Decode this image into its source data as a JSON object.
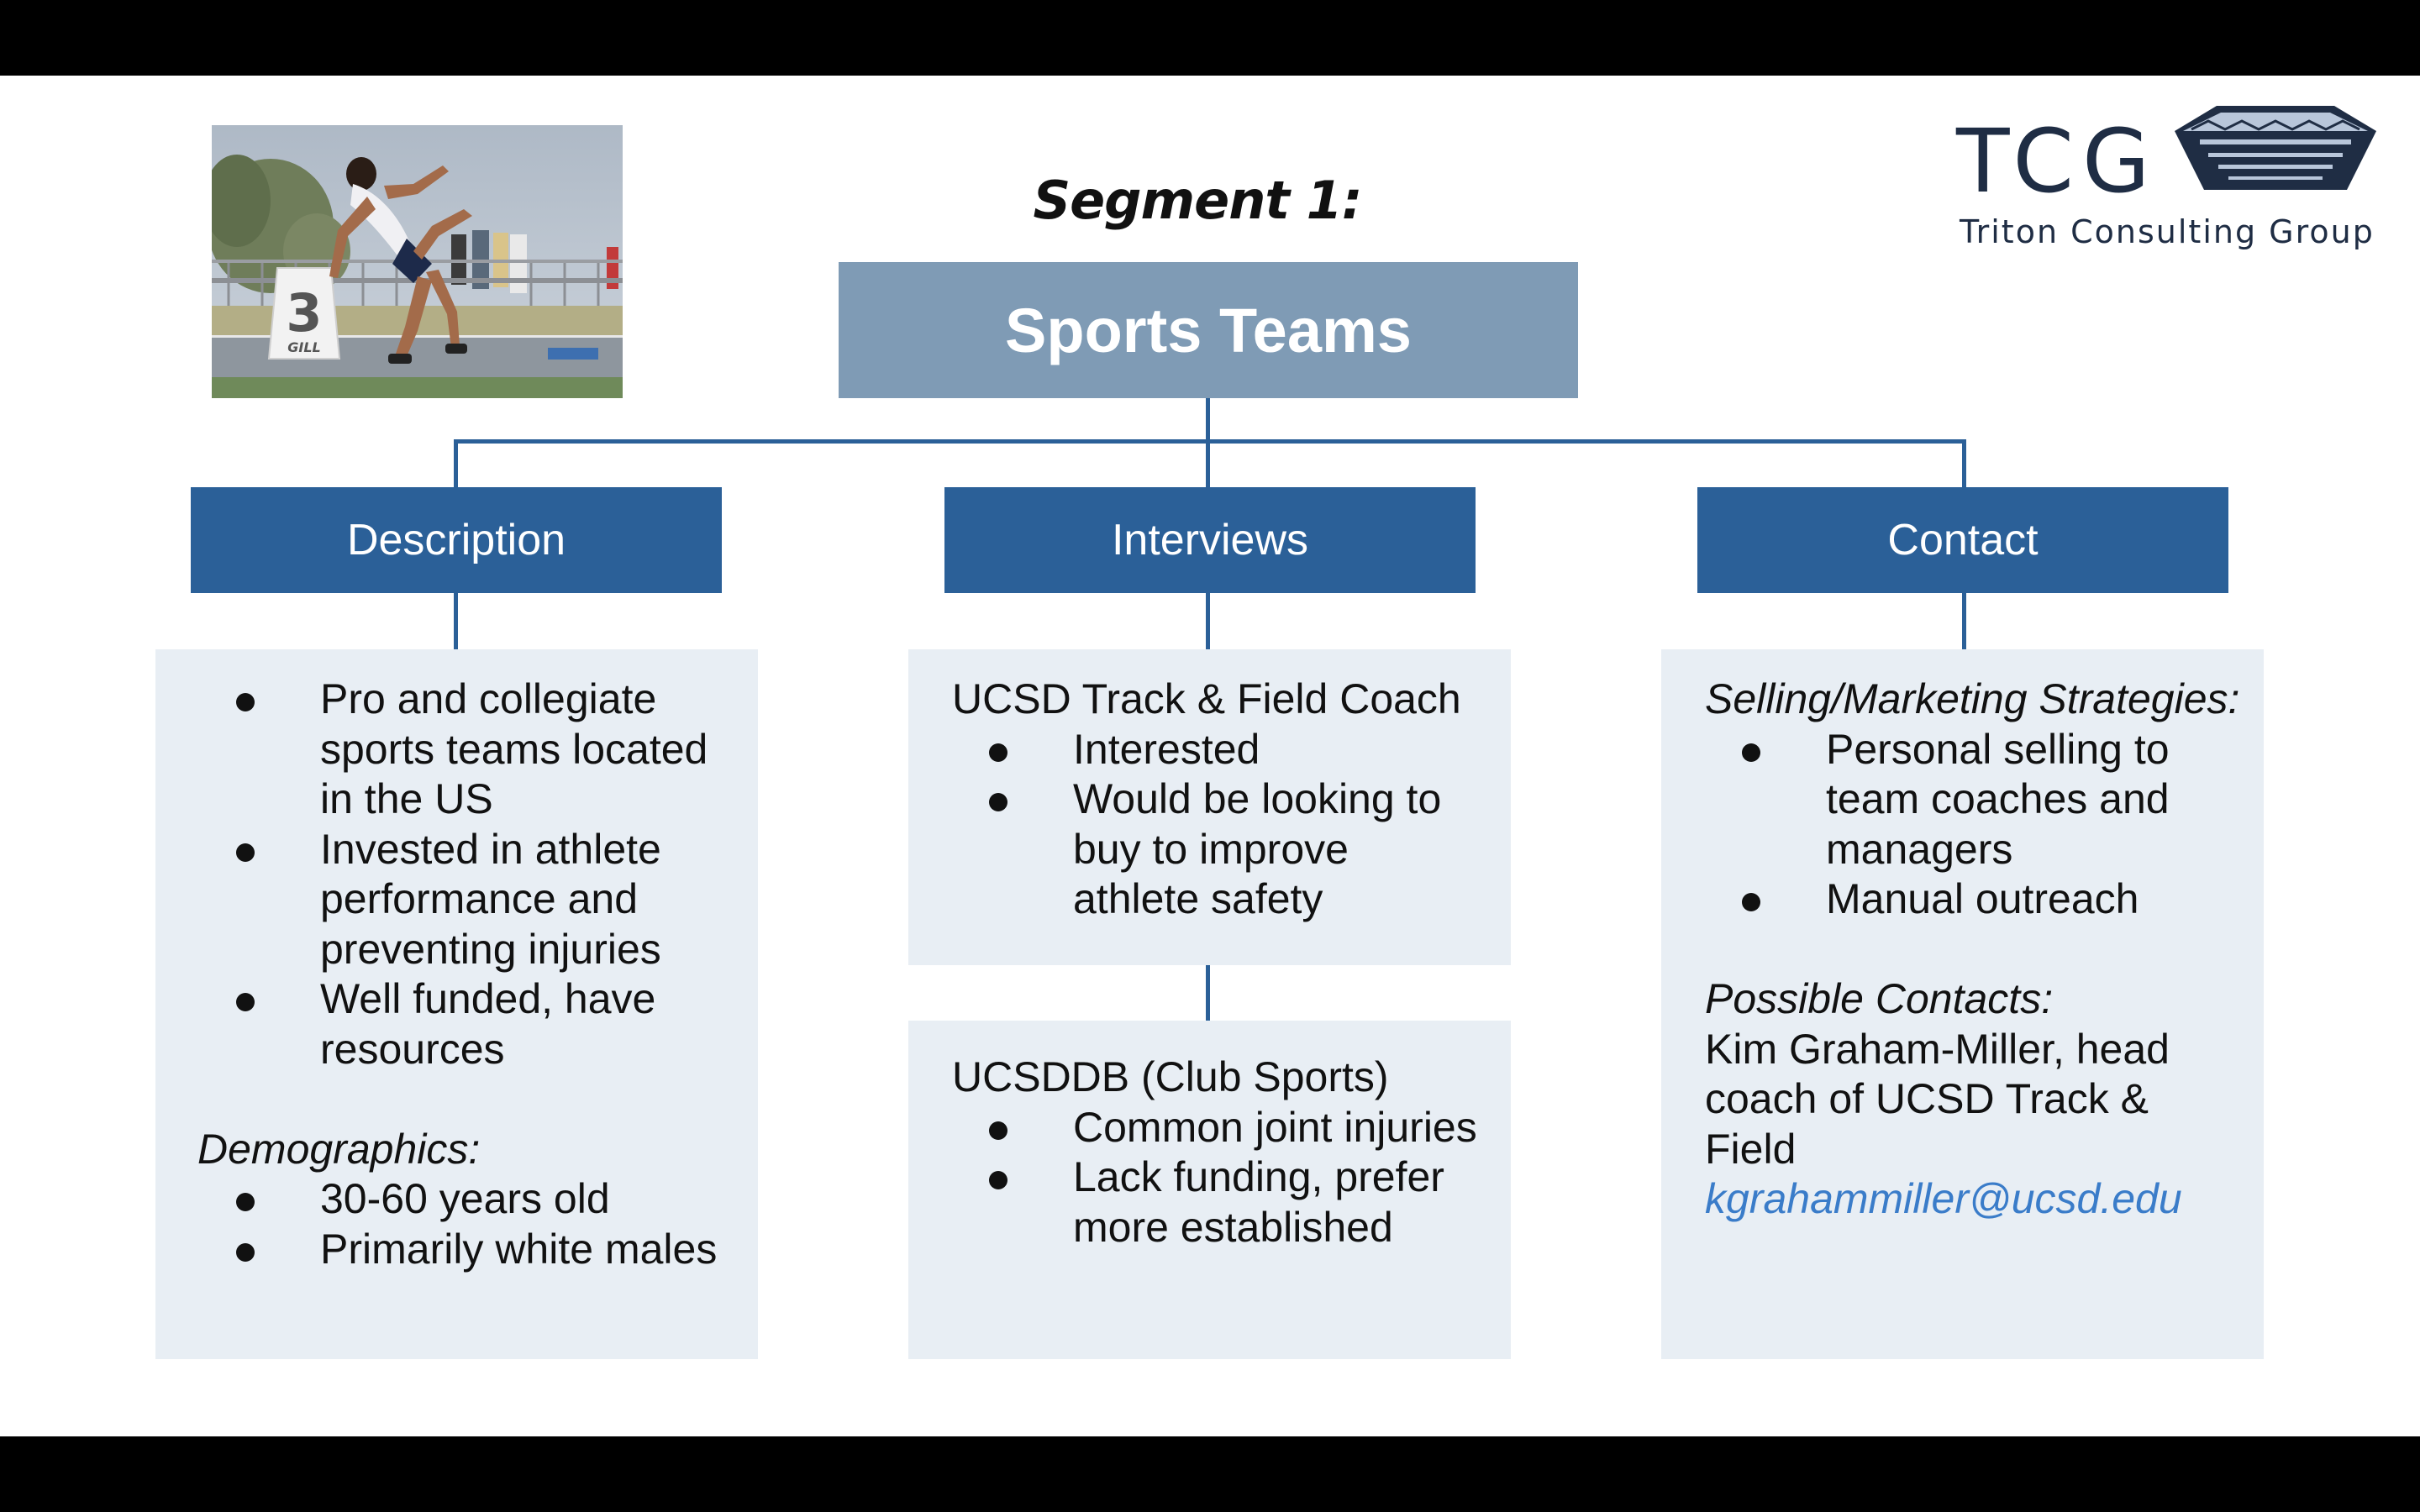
{
  "segment_label": "Segment 1:",
  "title": "Sports Teams",
  "logo": {
    "letters": "TCG",
    "name": "Triton Consulting Group",
    "mark_icon": "stadium-icon"
  },
  "photo": {
    "bib_number": "3",
    "block_brand": "GILL"
  },
  "colors": {
    "title_box": "#7f9bb5",
    "category": "#2b6098",
    "content_box": "#e8eef4",
    "link": "#3a7cc9"
  },
  "description": {
    "header": "Description",
    "bullets": [
      "Pro and collegiate sports teams located in the US",
      "Invested in athlete performance and preventing injuries",
      "Well funded, have resources"
    ],
    "demographics_label": "Demographics:",
    "demographics": [
      "30-60 years old",
      "Primarily white males"
    ]
  },
  "interviews": {
    "header": "Interviews",
    "first": {
      "heading": "UCSD Track & Field Coach",
      "bullets": [
        "Interested",
        "Would be looking to buy to improve athlete safety"
      ]
    },
    "second": {
      "heading": "UCSDDB (Club Sports)",
      "bullets": [
        "Common joint injuries",
        "Lack funding, prefer more established"
      ]
    }
  },
  "contact": {
    "header": "Contact",
    "strategies_label": "Selling/Marketing Strategies:",
    "strategies": [
      "Personal selling to team coaches and managers",
      "Manual outreach"
    ],
    "contacts_label": "Possible Contacts:",
    "contact_text": "Kim Graham-Miller, head coach of UCSD Track & Field",
    "email": "kgrahammiller@ucsd.edu"
  }
}
